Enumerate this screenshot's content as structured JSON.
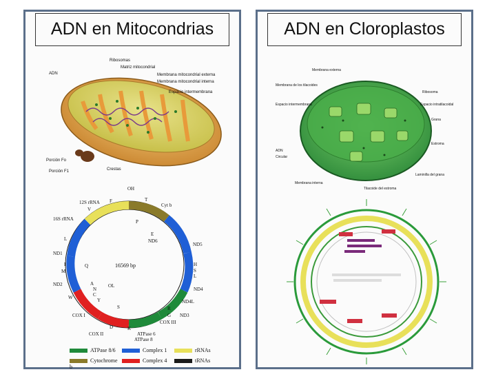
{
  "slides": {
    "left": {
      "title": "ADN en Mitocondrias",
      "mito_labels": {
        "adn": "ADN",
        "ribosomas": "Ribosomas",
        "matriz": "Matriz mitocondrial",
        "membrana_externa": "Membrana mitocondrial externa",
        "membrana_interna": "Membrana mitocondrial interna",
        "espacio": "Espacio intermembrana",
        "porcion_fo": "Porción Fo",
        "porcion_f1": "Porción F1",
        "crestas": "Crestas"
      },
      "genome": {
        "center_label": "16569 bp",
        "labels": [
          "OH",
          "F",
          "T",
          "12S rRNA",
          "Cyt b",
          "V",
          "16S rRNA",
          "P",
          "E",
          "ND6",
          "L",
          "ND5",
          "ND1",
          "I",
          "M",
          "Q",
          "H",
          "S",
          "L",
          "ND2",
          "A",
          "N",
          "OL",
          "C",
          "Y",
          "W",
          "ND4",
          "ND4L",
          "R",
          "G",
          "COX I",
          "S",
          "ND3",
          "COX III",
          "D",
          "K",
          "COX II",
          "ATPase 6",
          "ATPase 8"
        ]
      },
      "legend": [
        {
          "label": "ATPase 8/6",
          "color": "#1f8a3a"
        },
        {
          "label": "Complex 1",
          "color": "#1f5fd6"
        },
        {
          "label": "rRNAs",
          "color": "#e8e05a"
        },
        {
          "label": "Cytochrome b",
          "color": "#8a7a2a"
        },
        {
          "label": "Complex 4",
          "color": "#e02020"
        },
        {
          "label": "tRNAs",
          "color": "#1a1a1a"
        }
      ]
    },
    "right": {
      "title": "ADN en Cloroplastos",
      "chloro_labels": {
        "membrana_externa": "Membrana externa",
        "membrana_tilacoides": "Membrana de los tilacoides",
        "espacio_intermembrana": "Espacio intermembrana",
        "ribosoma": "Ribosoma",
        "espacio_intratilacoidal": "Espacio intratilacoidal",
        "grana": "Grana",
        "estroma": "Estroma",
        "adn": "ADN",
        "circular": "Circular",
        "membrana_interna": "Membrana interna",
        "laminilla": "Laminilla del grana",
        "tilacoide": "Tilacoide del estroma"
      }
    }
  }
}
